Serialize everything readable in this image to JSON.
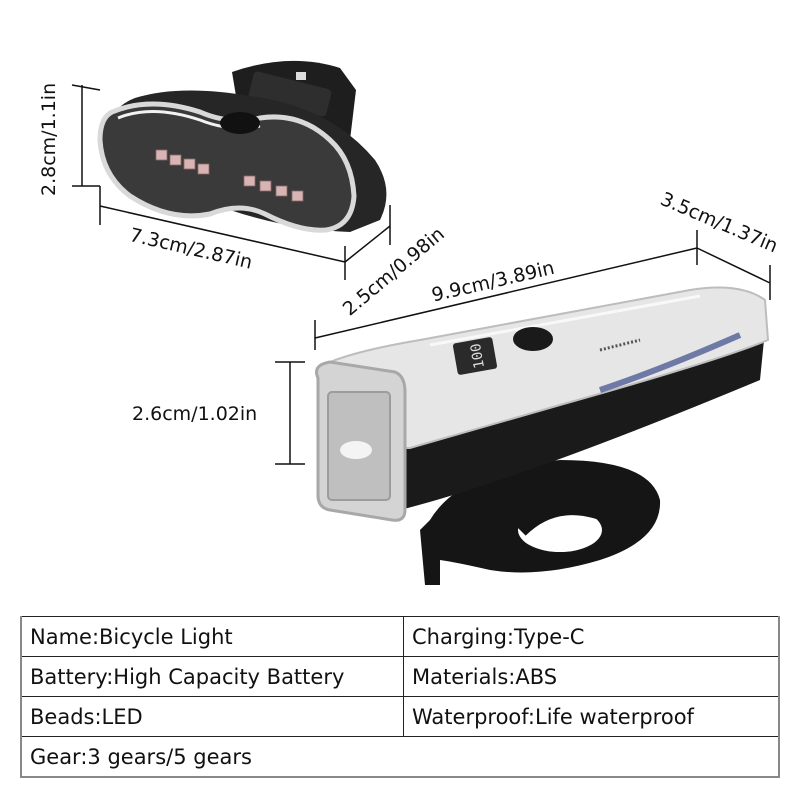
{
  "dimensions": {
    "rear_light": {
      "height": "2.8cm/1.1in",
      "length": "7.3cm/2.87in",
      "depth": "2.5cm/0.98in"
    },
    "front_light": {
      "length": "9.9cm/3.89in",
      "width": "3.5cm/1.37in",
      "height": "2.6cm/1.02in"
    }
  },
  "specs": {
    "rows": [
      {
        "left": "Name:Bicycle Light",
        "right": "Charging:Type-C"
      },
      {
        "left": "Battery:High Capacity Battery",
        "right": "Materials:ABS"
      },
      {
        "left": "Beads:LED",
        "right": "Waterproof:Life waterproof"
      },
      {
        "full": "Gear:3 gears/5 gears"
      }
    ]
  },
  "colors": {
    "body_black": "#1c1c1c",
    "clear_shell": "#e8e8e8",
    "led_red": "#d9b3b3",
    "line": "#111111"
  }
}
